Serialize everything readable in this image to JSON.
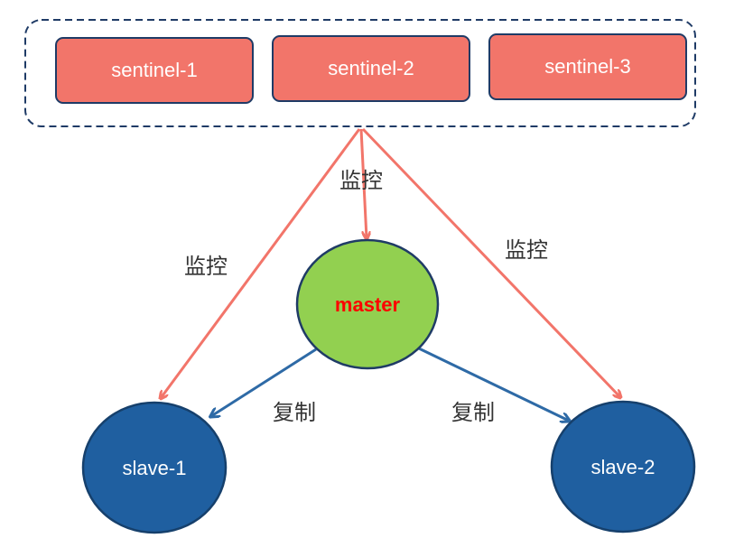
{
  "sentinels": [
    {
      "label": "sentinel-1"
    },
    {
      "label": "sentinel-2"
    },
    {
      "label": "sentinel-3"
    }
  ],
  "master": {
    "label": "master"
  },
  "slaves": [
    {
      "label": "slave-1"
    },
    {
      "label": "slave-2"
    }
  ],
  "edge_labels": {
    "monitor_left": "监控",
    "monitor_center": "监控",
    "monitor_right": "监控",
    "replicate_left": "复制",
    "replicate_right": "复制"
  },
  "colors": {
    "sentinel_fill": "#f2756a",
    "sentinel_stroke": "#1f3b66",
    "group_border": "#1f3b66",
    "monitor_arrow": "#f2756a",
    "master_fill": "#92d050",
    "master_stroke": "#1f3b66",
    "master_text": "#ff0000",
    "slave_fill": "#1f5fa0",
    "slave_stroke": "#16406c",
    "replicate_arrow": "#2e6aa6",
    "label_text": "#333333",
    "node_text": "#ffffff"
  }
}
